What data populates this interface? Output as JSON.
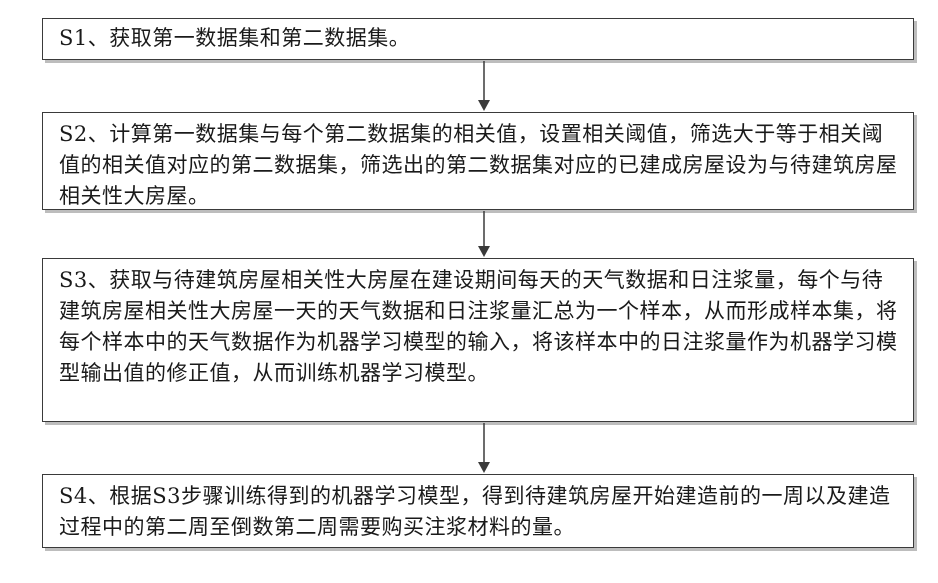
{
  "steps": [
    {
      "id": "S1",
      "text": "S1、获取第一数据集和第二数据集。"
    },
    {
      "id": "S2",
      "text": "S2、计算第一数据集与每个第二数据集的相关值，设置相关阈值，筛选大于等于相关阈值的相关值对应的第二数据集，筛选出的第二数据集对应的已建成房屋设为与待建筑房屋相关性大房屋。"
    },
    {
      "id": "S3",
      "text": "S3、获取与待建筑房屋相关性大房屋在建设期间每天的天气数据和日注浆量，每个与待建筑房屋相关性大房屋一天的天气数据和日注浆量汇总为一个样本，从而形成样本集，将每个样本中的天气数据作为机器学习模型的输入，将该样本中的日注浆量作为机器学习模型输出值的修正值，从而训练机器学习模型。"
    },
    {
      "id": "S4",
      "text": "S4、根据S3步骤训练得到的机器学习模型，得到待建筑房屋开始建造前的一周以及建造过程中的第二周至倒数第二周需要购买注浆材料的量。"
    }
  ],
  "colors": {
    "border": "#3a3a3a",
    "shadow": "#bdbdbd",
    "text": "#1a1a1a",
    "arrow": "#3a3a3a"
  }
}
